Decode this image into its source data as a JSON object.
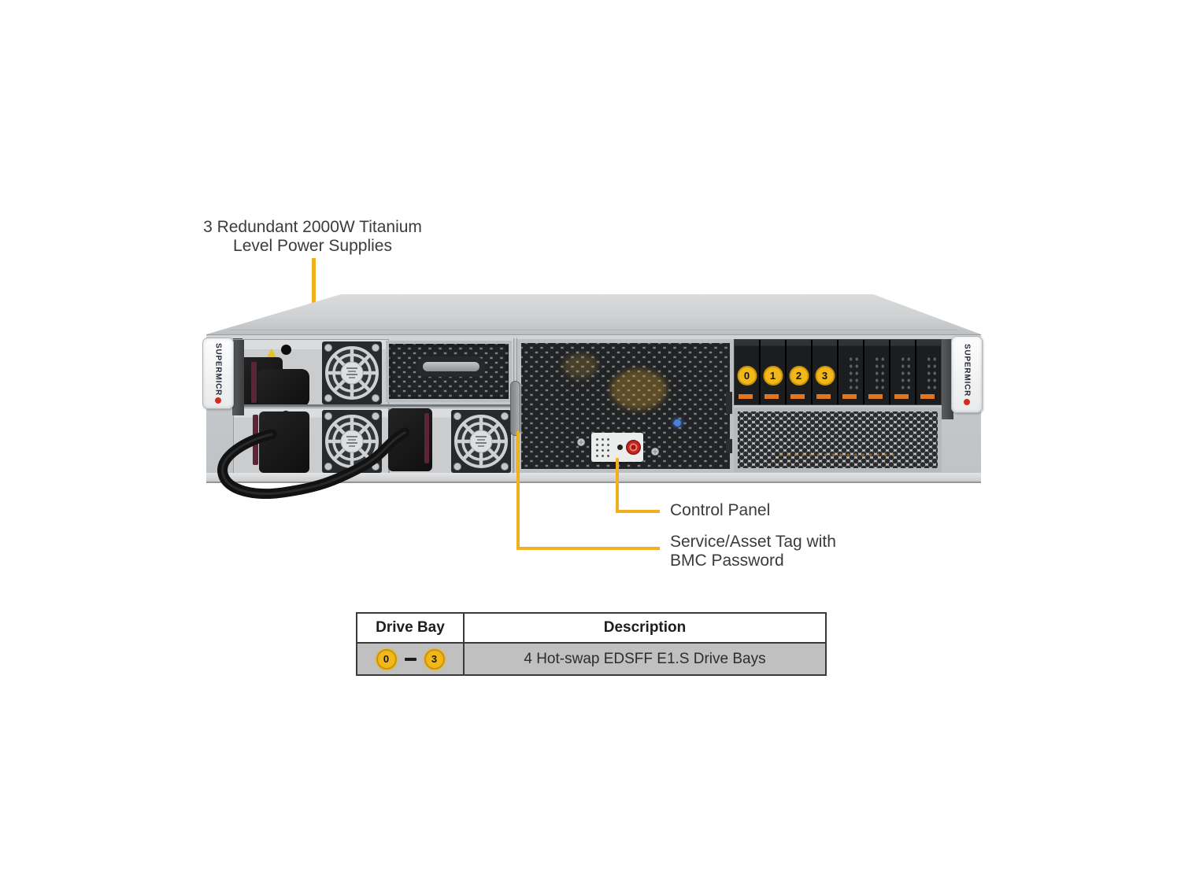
{
  "colors": {
    "accent": "#F2B01E",
    "badge_fill": "#F2B718",
    "badge_border": "#C9940A",
    "table_row_bg": "#C0C0C0",
    "led_blue": "#4B82DD",
    "logo_dot": "#D22B1F",
    "latch_orange": "#E0761F"
  },
  "callouts": {
    "power_supplies": {
      "line1": "3 Redundant 2000W Titanium",
      "line2": "Level Power Supplies"
    },
    "control_panel": {
      "label": "Control Panel"
    },
    "service_tag": {
      "line1": "Service/Asset Tag with",
      "line2": "BMC Password"
    }
  },
  "server": {
    "brand_text": "SUPERMICR",
    "drive_bays": {
      "badges": [
        "0",
        "1",
        "2",
        "3"
      ]
    }
  },
  "table": {
    "headers": {
      "col1": "Drive Bay",
      "col2": "Description"
    },
    "row": {
      "bay_first": "0",
      "bay_last": "3",
      "description": "4 Hot-swap EDSFF E1.S Drive Bays"
    }
  }
}
